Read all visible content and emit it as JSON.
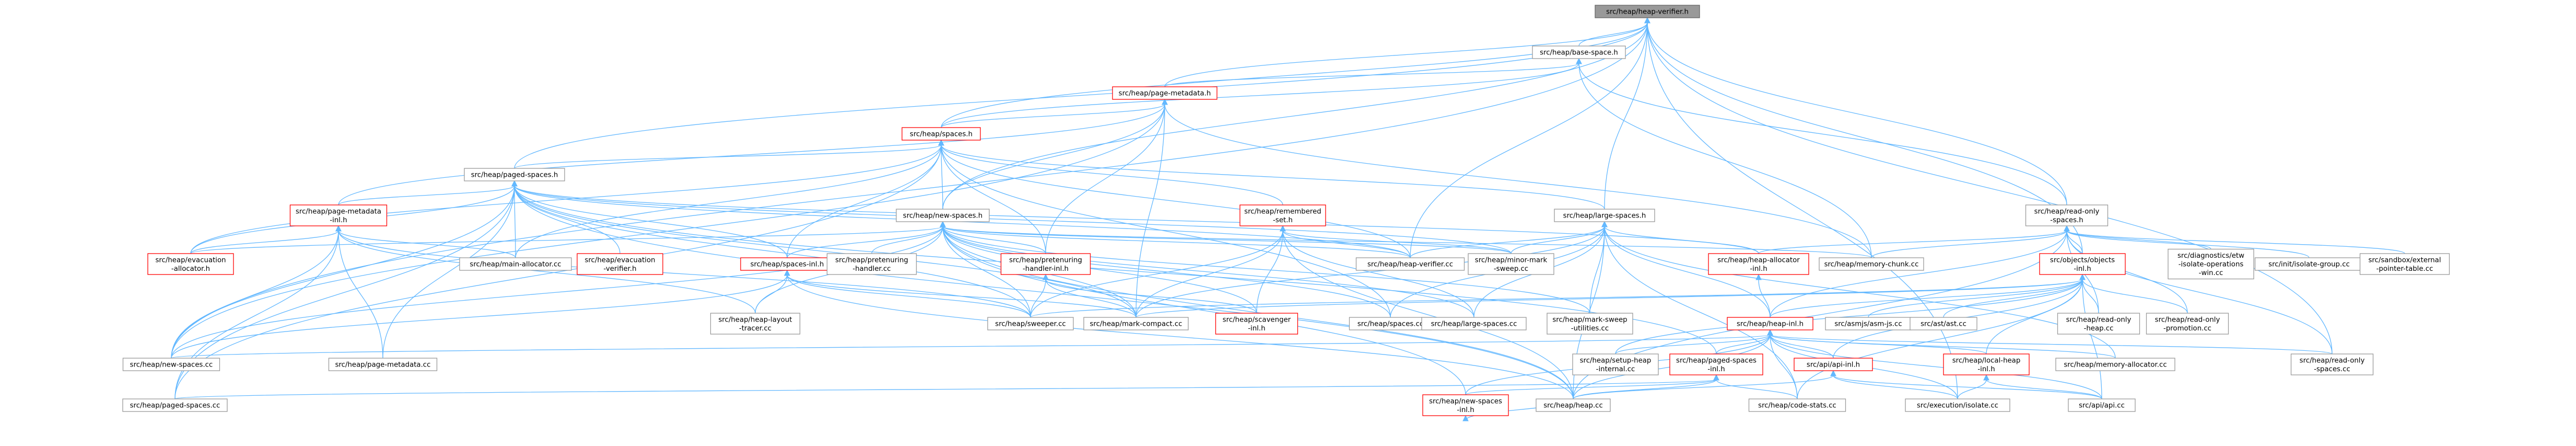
{
  "colors": {
    "edge": "#63b8ff",
    "root_fill": "#999999",
    "root_border": "#666666",
    "node_fill": "#ffffff",
    "node_border": "#999999",
    "truncated_border": "#ff0000"
  },
  "nodes": [
    {
      "id": "root",
      "lines": [
        "src/heap/heap-verifier.h"
      ],
      "kind": "root"
    },
    {
      "id": "base_space_h",
      "lines": [
        "src/heap/base-space.h"
      ],
      "kind": "normal"
    },
    {
      "id": "page_metadata_h",
      "lines": [
        "src/heap/page-metadata.h"
      ],
      "kind": "truncated"
    },
    {
      "id": "spaces_h",
      "lines": [
        "src/heap/spaces.h"
      ],
      "kind": "truncated"
    },
    {
      "id": "paged_spaces_h",
      "lines": [
        "src/heap/paged-spaces.h"
      ],
      "kind": "normal"
    },
    {
      "id": "page_metadata_inl_h",
      "lines": [
        "src/heap/page-metadata",
        "-inl.h"
      ],
      "kind": "truncated"
    },
    {
      "id": "new_spaces_h",
      "lines": [
        "src/heap/new-spaces.h"
      ],
      "kind": "normal"
    },
    {
      "id": "remembered_set_h",
      "lines": [
        "src/heap/remembered",
        "-set.h"
      ],
      "kind": "truncated"
    },
    {
      "id": "large_spaces_h",
      "lines": [
        "src/heap/large-spaces.h"
      ],
      "kind": "normal"
    },
    {
      "id": "read_only_spaces_h",
      "lines": [
        "src/heap/read-only",
        "-spaces.h"
      ],
      "kind": "normal"
    },
    {
      "id": "evacuation_allocator_h",
      "lines": [
        "src/heap/evacuation",
        "-allocator.h"
      ],
      "kind": "truncated"
    },
    {
      "id": "main_allocator_cc",
      "lines": [
        "src/heap/main-allocator.cc"
      ],
      "kind": "normal"
    },
    {
      "id": "evacuation_verifier_h",
      "lines": [
        "src/heap/evacuation",
        "-verifier.h"
      ],
      "kind": "truncated"
    },
    {
      "id": "spaces_inl_h",
      "lines": [
        "src/heap/spaces-inl.h"
      ],
      "kind": "truncated"
    },
    {
      "id": "pretenuring_handler_cc",
      "lines": [
        "src/heap/pretenuring",
        "-handler.cc"
      ],
      "kind": "normal"
    },
    {
      "id": "pretenuring_handler_inl_h",
      "lines": [
        "src/heap/pretenuring",
        "-handler-inl.h"
      ],
      "kind": "truncated"
    },
    {
      "id": "heap_verifier_cc",
      "lines": [
        "src/heap/heap-verifier.cc"
      ],
      "kind": "normal"
    },
    {
      "id": "minor_mark_sweep_cc",
      "lines": [
        "src/heap/minor-mark",
        "-sweep.cc"
      ],
      "kind": "normal"
    },
    {
      "id": "heap_allocator_inl_h",
      "lines": [
        "src/heap/heap-allocator",
        "-inl.h"
      ],
      "kind": "truncated"
    },
    {
      "id": "memory_chunk_cc",
      "lines": [
        "src/heap/memory-chunk.cc"
      ],
      "kind": "normal"
    },
    {
      "id": "objects_objects_inl_h",
      "lines": [
        "src/objects/objects",
        "-inl.h"
      ],
      "kind": "truncated"
    },
    {
      "id": "diagnostics_eh",
      "lines": [
        "src/diagnostics/etw",
        "-isolate-operations",
        "-win.cc"
      ],
      "kind": "normal"
    },
    {
      "id": "init_isolate_group_cc",
      "lines": [
        "src/init/isolate-group.cc"
      ],
      "kind": "normal"
    },
    {
      "id": "sandbox_eptt_cc",
      "lines": [
        "src/sandbox/external",
        "-pointer-table.cc"
      ],
      "kind": "normal"
    },
    {
      "id": "heap_layout_tracer_cc",
      "lines": [
        "src/heap/heap-layout",
        "-tracer.cc"
      ],
      "kind": "normal"
    },
    {
      "id": "sweeper_cc",
      "lines": [
        "src/heap/sweeper.cc"
      ],
      "kind": "normal"
    },
    {
      "id": "mark_compact_cc",
      "lines": [
        "src/heap/mark-compact.cc"
      ],
      "kind": "normal"
    },
    {
      "id": "scavenger_inl_h",
      "lines": [
        "src/heap/scavenger",
        "-inl.h"
      ],
      "kind": "truncated"
    },
    {
      "id": "heap_spaces_cc",
      "lines": [
        "src/heap/spaces.cc"
      ],
      "kind": "normal"
    },
    {
      "id": "large_spaces_cc",
      "lines": [
        "src/heap/large-spaces.cc"
      ],
      "kind": "normal"
    },
    {
      "id": "mark_sweep_utilities_cc",
      "lines": [
        "src/heap/mark-sweep",
        "-utilities.cc"
      ],
      "kind": "normal"
    },
    {
      "id": "heap_heap_inl_h",
      "lines": [
        "src/heap/heap-inl.h"
      ],
      "kind": "truncated"
    },
    {
      "id": "asmjs_asm_js_cc",
      "lines": [
        "src/asmjs/asm-js.cc"
      ],
      "kind": "normal"
    },
    {
      "id": "ast_ast_cc",
      "lines": [
        "src/ast/ast.cc"
      ],
      "kind": "normal"
    },
    {
      "id": "read_only_heap_cc",
      "lines": [
        "src/heap/read-only",
        "-heap.cc"
      ],
      "kind": "normal"
    },
    {
      "id": "read_only_promotion_cc",
      "lines": [
        "src/heap/read-only",
        "-promotion.cc"
      ],
      "kind": "normal"
    },
    {
      "id": "new_spaces_cc",
      "lines": [
        "src/heap/new-spaces.cc"
      ],
      "kind": "normal"
    },
    {
      "id": "page_metadata_cc",
      "lines": [
        "src/heap/page-metadata.cc"
      ],
      "kind": "normal"
    },
    {
      "id": "setup_heap_internal_cc",
      "lines": [
        "src/heap/setup-heap",
        "-internal.cc"
      ],
      "kind": "normal"
    },
    {
      "id": "paged_spaces_inl_h",
      "lines": [
        "src/heap/paged-spaces",
        "-inl.h"
      ],
      "kind": "truncated"
    },
    {
      "id": "api_api_inl_h",
      "lines": [
        "src/api/api-inl.h"
      ],
      "kind": "truncated"
    },
    {
      "id": "local_heap_inl_h",
      "lines": [
        "src/heap/local-heap",
        "-inl.h"
      ],
      "kind": "truncated"
    },
    {
      "id": "memory_allocator_cc",
      "lines": [
        "src/heap/memory-allocator.cc"
      ],
      "kind": "normal"
    },
    {
      "id": "read_only_spaces_cc",
      "lines": [
        "src/heap/read-only",
        "-spaces.cc"
      ],
      "kind": "normal"
    },
    {
      "id": "paged_spaces_cc",
      "lines": [
        "src/heap/paged-spaces.cc"
      ],
      "kind": "normal"
    },
    {
      "id": "new_spaces_inl_h",
      "lines": [
        "src/heap/new-spaces",
        "-inl.h"
      ],
      "kind": "truncated"
    },
    {
      "id": "heap_cc",
      "lines": [
        "src/heap/heap.cc"
      ],
      "kind": "normal"
    },
    {
      "id": "code_stats_cc",
      "lines": [
        "src/heap/code-stats.cc"
      ],
      "kind": "normal"
    },
    {
      "id": "execution_isolate_cc",
      "lines": [
        "src/execution/isolate.cc"
      ],
      "kind": "normal"
    },
    {
      "id": "api_api_cc",
      "lines": [
        "src/api/api.cc"
      ],
      "kind": "normal"
    }
  ],
  "edges": [
    [
      "root",
      "base_space_h"
    ],
    [
      "root",
      "page_metadata_h"
    ],
    [
      "root",
      "spaces_h"
    ],
    [
      "root",
      "paged_spaces_h"
    ],
    [
      "root",
      "new_spaces_h"
    ],
    [
      "root",
      "large_spaces_h"
    ],
    [
      "root",
      "read_only_spaces_h"
    ],
    [
      "root",
      "heap_verifier_cc"
    ],
    [
      "root",
      "objects_objects_inl_h"
    ],
    [
      "root",
      "new_spaces_cc"
    ],
    [
      "root",
      "read_only_spaces_cc"
    ],
    [
      "root",
      "execution_isolate_cc"
    ],
    [
      "base_space_h",
      "page_metadata_h"
    ],
    [
      "base_space_h",
      "spaces_h"
    ],
    [
      "base_space_h",
      "read_only_spaces_h"
    ],
    [
      "base_space_h",
      "memory_chunk_cc"
    ],
    [
      "page_metadata_h",
      "spaces_h"
    ],
    [
      "page_metadata_h",
      "page_metadata_inl_h"
    ],
    [
      "page_metadata_h",
      "new_spaces_h"
    ],
    [
      "page_metadata_h",
      "pretenuring_handler_inl_h"
    ],
    [
      "page_metadata_h",
      "mark_compact_cc"
    ],
    [
      "page_metadata_h",
      "memory_chunk_cc"
    ],
    [
      "page_metadata_h",
      "new_spaces_cc"
    ],
    [
      "spaces_h",
      "paged_spaces_h"
    ],
    [
      "spaces_h",
      "new_spaces_h"
    ],
    [
      "spaces_h",
      "large_spaces_h"
    ],
    [
      "spaces_h",
      "remembered_set_h"
    ],
    [
      "spaces_h",
      "spaces_inl_h"
    ],
    [
      "spaces_h",
      "evacuation_allocator_h"
    ],
    [
      "spaces_h",
      "main_allocator_cc"
    ],
    [
      "spaces_h",
      "pretenuring_handler_inl_h"
    ],
    [
      "spaces_h",
      "heap_verifier_cc"
    ],
    [
      "spaces_h",
      "paged_spaces_cc"
    ],
    [
      "spaces_h",
      "heap_spaces_cc"
    ],
    [
      "paged_spaces_h",
      "page_metadata_inl_h"
    ],
    [
      "paged_spaces_h",
      "evacuation_allocator_h"
    ],
    [
      "paged_spaces_h",
      "main_allocator_cc"
    ],
    [
      "paged_spaces_h",
      "evacuation_verifier_h"
    ],
    [
      "paged_spaces_h",
      "spaces_inl_h"
    ],
    [
      "paged_spaces_h",
      "heap_verifier_cc"
    ],
    [
      "paged_spaces_h",
      "minor_mark_sweep_cc"
    ],
    [
      "paged_spaces_h",
      "heap_allocator_inl_h"
    ],
    [
      "paged_spaces_h",
      "sweeper_cc"
    ],
    [
      "paged_spaces_h",
      "mark_compact_cc"
    ],
    [
      "paged_spaces_h",
      "paged_spaces_inl_h"
    ],
    [
      "paged_spaces_h",
      "paged_spaces_cc"
    ],
    [
      "paged_spaces_h",
      "new_spaces_cc"
    ],
    [
      "paged_spaces_h",
      "page_metadata_cc"
    ],
    [
      "paged_spaces_h",
      "heap_cc"
    ],
    [
      "page_metadata_inl_h",
      "evacuation_allocator_h"
    ],
    [
      "page_metadata_inl_h",
      "main_allocator_cc"
    ],
    [
      "page_metadata_inl_h",
      "heap_layout_tracer_cc"
    ],
    [
      "page_metadata_inl_h",
      "sweeper_cc"
    ],
    [
      "page_metadata_inl_h",
      "new_spaces_cc"
    ],
    [
      "page_metadata_inl_h",
      "page_metadata_cc"
    ],
    [
      "page_metadata_inl_h",
      "paged_spaces_cc"
    ],
    [
      "new_spaces_h",
      "evacuation_allocator_h"
    ],
    [
      "new_spaces_h",
      "spaces_inl_h"
    ],
    [
      "new_spaces_h",
      "pretenuring_handler_cc"
    ],
    [
      "new_spaces_h",
      "pretenuring_handler_inl_h"
    ],
    [
      "new_spaces_h",
      "heap_verifier_cc"
    ],
    [
      "new_spaces_h",
      "minor_mark_sweep_cc"
    ],
    [
      "new_spaces_h",
      "heap_layout_tracer_cc"
    ],
    [
      "new_spaces_h",
      "sweeper_cc"
    ],
    [
      "new_spaces_h",
      "mark_compact_cc"
    ],
    [
      "new_spaces_h",
      "scavenger_inl_h"
    ],
    [
      "new_spaces_h",
      "heap_spaces_cc"
    ],
    [
      "new_spaces_h",
      "large_spaces_cc"
    ],
    [
      "new_spaces_h",
      "mark_sweep_utilities_cc"
    ],
    [
      "new_spaces_h",
      "new_spaces_cc"
    ],
    [
      "new_spaces_h",
      "new_spaces_inl_h"
    ],
    [
      "new_spaces_h",
      "heap_cc"
    ],
    [
      "new_spaces_h",
      "memory_chunk_cc"
    ],
    [
      "remembered_set_h",
      "heap_verifier_cc"
    ],
    [
      "remembered_set_h",
      "minor_mark_sweep_cc"
    ],
    [
      "remembered_set_h",
      "sweeper_cc"
    ],
    [
      "remembered_set_h",
      "mark_compact_cc"
    ],
    [
      "remembered_set_h",
      "scavenger_inl_h"
    ],
    [
      "remembered_set_h",
      "large_spaces_cc"
    ],
    [
      "remembered_set_h",
      "heap_cc"
    ],
    [
      "large_spaces_h",
      "heap_verifier_cc"
    ],
    [
      "large_spaces_h",
      "minor_mark_sweep_cc"
    ],
    [
      "large_spaces_h",
      "heap_allocator_inl_h"
    ],
    [
      "large_spaces_h",
      "mark_compact_cc"
    ],
    [
      "large_spaces_h",
      "heap_spaces_cc"
    ],
    [
      "large_spaces_h",
      "large_spaces_cc"
    ],
    [
      "large_spaces_h",
      "mark_sweep_utilities_cc"
    ],
    [
      "large_spaces_h",
      "heap_heap_inl_h"
    ],
    [
      "large_spaces_h",
      "code_stats_cc"
    ],
    [
      "large_spaces_h",
      "heap_cc"
    ],
    [
      "large_spaces_h",
      "memory_allocator_cc"
    ],
    [
      "read_only_spaces_h",
      "heap_allocator_inl_h"
    ],
    [
      "read_only_spaces_h",
      "memory_chunk_cc"
    ],
    [
      "read_only_spaces_h",
      "objects_objects_inl_h"
    ],
    [
      "read_only_spaces_h",
      "diagnostics_eh"
    ],
    [
      "read_only_spaces_h",
      "init_isolate_group_cc"
    ],
    [
      "read_only_spaces_h",
      "sandbox_eptt_cc"
    ],
    [
      "read_only_spaces_h",
      "read_only_heap_cc"
    ],
    [
      "read_only_spaces_h",
      "read_only_promotion_cc"
    ],
    [
      "read_only_spaces_h",
      "read_only_spaces_cc"
    ],
    [
      "read_only_spaces_h",
      "heap_heap_inl_h"
    ],
    [
      "read_only_spaces_h",
      "heap_cc"
    ],
    [
      "spaces_inl_h",
      "heap_layout_tracer_cc"
    ],
    [
      "spaces_inl_h",
      "sweeper_cc"
    ],
    [
      "spaces_inl_h",
      "mark_compact_cc"
    ],
    [
      "spaces_inl_h",
      "heap_cc"
    ],
    [
      "spaces_inl_h",
      "new_spaces_cc"
    ],
    [
      "pretenuring_handler_inl_h",
      "sweeper_cc"
    ],
    [
      "pretenuring_handler_inl_h",
      "mark_compact_cc"
    ],
    [
      "pretenuring_handler_inl_h",
      "scavenger_inl_h"
    ],
    [
      "heap_allocator_inl_h",
      "heap_heap_inl_h"
    ],
    [
      "objects_objects_inl_h",
      "heap_heap_inl_h"
    ],
    [
      "objects_objects_inl_h",
      "asmjs_asm_js_cc"
    ],
    [
      "objects_objects_inl_h",
      "ast_ast_cc"
    ],
    [
      "objects_objects_inl_h",
      "api_api_inl_h"
    ],
    [
      "objects_objects_inl_h",
      "local_heap_inl_h"
    ],
    [
      "objects_objects_inl_h",
      "read_only_heap_cc"
    ],
    [
      "objects_objects_inl_h",
      "read_only_promotion_cc"
    ],
    [
      "objects_objects_inl_h",
      "code_stats_cc"
    ],
    [
      "objects_objects_inl_h",
      "mark_compact_cc"
    ],
    [
      "objects_objects_inl_h",
      "sweeper_cc"
    ],
    [
      "objects_objects_inl_h",
      "setup_heap_internal_cc"
    ],
    [
      "objects_objects_inl_h",
      "api_api_cc"
    ],
    [
      "heap_heap_inl_h",
      "new_spaces_cc"
    ],
    [
      "heap_heap_inl_h",
      "setup_heap_internal_cc"
    ],
    [
      "heap_heap_inl_h",
      "paged_spaces_inl_h"
    ],
    [
      "heap_heap_inl_h",
      "api_api_inl_h"
    ],
    [
      "heap_heap_inl_h",
      "local_heap_inl_h"
    ],
    [
      "heap_heap_inl_h",
      "memory_allocator_cc"
    ],
    [
      "heap_heap_inl_h",
      "read_only_spaces_cc"
    ],
    [
      "heap_heap_inl_h",
      "heap_cc"
    ],
    [
      "heap_heap_inl_h",
      "code_stats_cc"
    ],
    [
      "heap_heap_inl_h",
      "new_spaces_inl_h"
    ],
    [
      "heap_heap_inl_h",
      "execution_isolate_cc"
    ],
    [
      "heap_heap_inl_h",
      "api_api_cc"
    ],
    [
      "paged_spaces_inl_h",
      "heap_cc"
    ],
    [
      "paged_spaces_inl_h",
      "code_stats_cc"
    ],
    [
      "paged_spaces_inl_h",
      "new_spaces_inl_h"
    ],
    [
      "paged_spaces_inl_h",
      "paged_spaces_cc"
    ],
    [
      "api_api_inl_h",
      "heap_cc"
    ],
    [
      "api_api_inl_h",
      "execution_isolate_cc"
    ],
    [
      "api_api_inl_h",
      "api_api_cc"
    ],
    [
      "local_heap_inl_h",
      "execution_isolate_cc"
    ],
    [
      "local_heap_inl_h",
      "api_api_cc"
    ],
    [
      "new_spaces_inl_h",
      "heap_cc"
    ]
  ]
}
